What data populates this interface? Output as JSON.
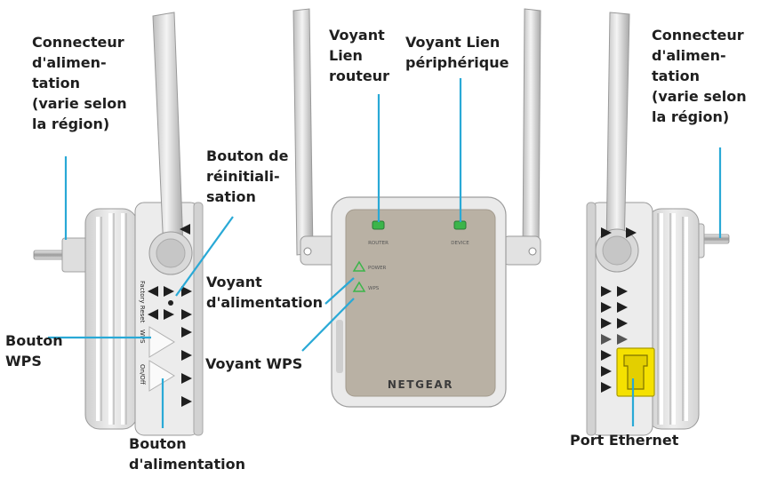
{
  "brand": "NETGEAR",
  "colors": {
    "leader": "#29a9d6",
    "led": "#3bb54a",
    "ethernet": "#f5e100",
    "case": "#e6e6e6",
    "panel": "#b9b1a4"
  },
  "device_text": {
    "router": "ROUTER",
    "device": "DEVICE",
    "power": "POWER",
    "wps": "WPS",
    "factory_reset": "Factory Reset",
    "side_wps": "WPS",
    "on_off": "On/Off"
  },
  "labels": {
    "power_connector_left": [
      "Connecteur",
      "d'alimen-",
      "tation",
      "(varie selon",
      "la région)"
    ],
    "router_link_led": [
      "Voyant",
      "Lien",
      "routeur"
    ],
    "device_link_led": [
      "Voyant Lien",
      "périphérique"
    ],
    "power_connector_right": [
      "Connecteur",
      "d'alimen-",
      "tation",
      "(varie selon",
      "la région)"
    ],
    "reset_button": [
      "Bouton de",
      "réinitiali-",
      "sation"
    ],
    "power_led": [
      "Voyant",
      "d'alimentation"
    ],
    "wps_button": [
      "Bouton",
      "WPS"
    ],
    "wps_led": [
      "Voyant WPS"
    ],
    "power_button": [
      "Bouton",
      "d'alimentation"
    ],
    "ethernet_port": [
      "Port Ethernet"
    ]
  }
}
